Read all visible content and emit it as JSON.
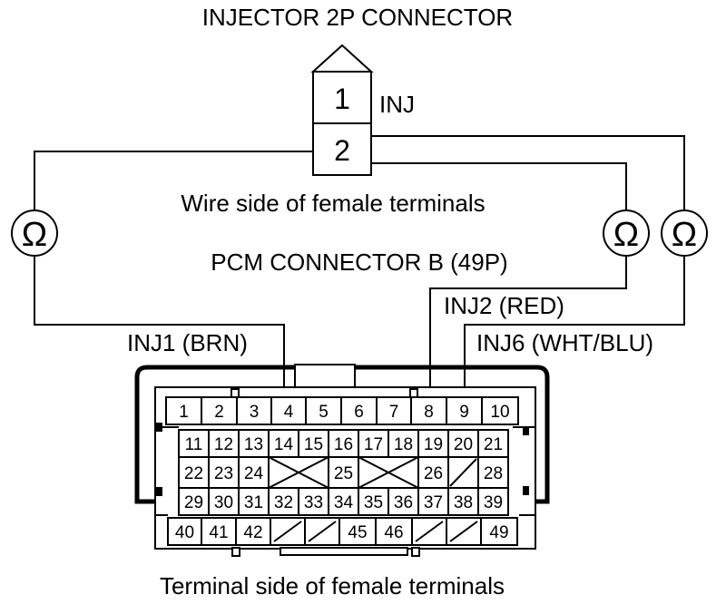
{
  "title": "INJECTOR 2P CONNECTOR",
  "injector": {
    "pin1": "1",
    "pin2": "2",
    "label": "INJ"
  },
  "wire_side_caption": "Wire side of female terminals",
  "pcm_title": "PCM CONNECTOR B (49P)",
  "meter_symbol": "Ω",
  "wire_labels": {
    "inj1": "INJ1 (BRN)",
    "inj2": "INJ2 (RED)",
    "inj6": "INJ6 (WHT/BLU)"
  },
  "terminal_caption": "Terminal side of female terminals",
  "pcm_rows": {
    "row1": [
      "1",
      "2",
      "3",
      "4",
      "5",
      "6",
      "7",
      "8",
      "9",
      "10"
    ],
    "row2": [
      "11",
      "12",
      "13",
      "14",
      "15",
      "16",
      "17",
      "18",
      "19",
      "20",
      "21"
    ],
    "row3": [
      "22",
      "23",
      "24",
      "25",
      "26",
      "28"
    ],
    "row4": [
      "29",
      "30",
      "31",
      "32",
      "33",
      "34",
      "35",
      "36",
      "37",
      "38",
      "39"
    ],
    "row5": [
      "40",
      "41",
      "42",
      "45",
      "46",
      "49"
    ]
  }
}
